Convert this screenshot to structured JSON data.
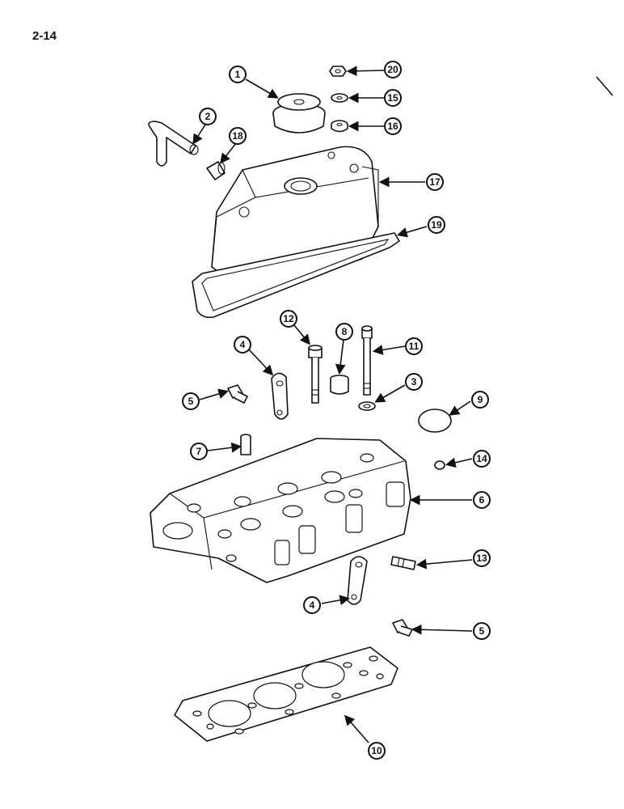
{
  "page_number": "2-14",
  "callouts": [
    "1",
    "2",
    "3",
    "4",
    "5",
    "6",
    "7",
    "8",
    "9",
    "10",
    "11",
    "12",
    "13",
    "14",
    "15",
    "16",
    "17",
    "18",
    "19",
    "20",
    "4",
    "5"
  ]
}
